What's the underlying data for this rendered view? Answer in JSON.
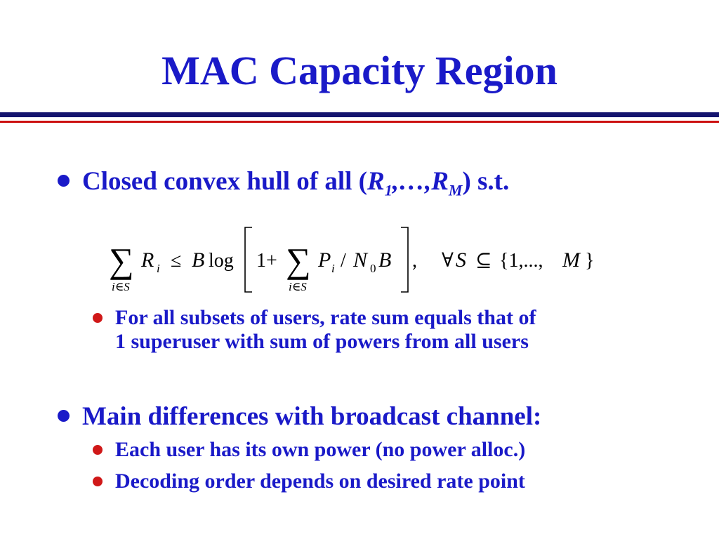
{
  "title": "MAC Capacity Region",
  "bullets": [
    {
      "pre": "Closed convex hull of all (",
      "r1": "R",
      "r1_sub": "1",
      "mid": ",…,",
      "rm": "R",
      "rm_sub": "M",
      "post": ") s.t."
    },
    {
      "text": "Main differences with broadcast channel:"
    }
  ],
  "formula": {
    "sum1": "∑",
    "sum1_sub": "i∈S",
    "R": "R",
    "R_sub": "i",
    "leq": "≤",
    "B": "B",
    "log": "log",
    "one_plus": "1+",
    "sum2": "∑",
    "sum2_sub": "i∈S",
    "P": "P",
    "P_sub": "i",
    "slash": "/",
    "N": "N",
    "N_sub": "0",
    "B2": "B",
    "comma": ",",
    "forall": "∀",
    "S": "S",
    "subseteq": "⊆",
    "set_open": "{1,...,",
    "M": "M",
    "set_close": "}"
  },
  "sub_bullets_1": [
    {
      "line1": "For all subsets of users, rate sum equals that of",
      "line2": "1 superuser with sum of powers from all users"
    }
  ],
  "sub_bullets_2": [
    {
      "text": "Each user has its own power (no power alloc.)"
    },
    {
      "text": "Decoding order depends on desired rate point"
    }
  ],
  "colors": {
    "title": "#1a1ac8",
    "text": "#1a1ac8",
    "sub_bullet": "#d01818",
    "rule_blue": "#14146e",
    "rule_red": "#cc1111"
  }
}
